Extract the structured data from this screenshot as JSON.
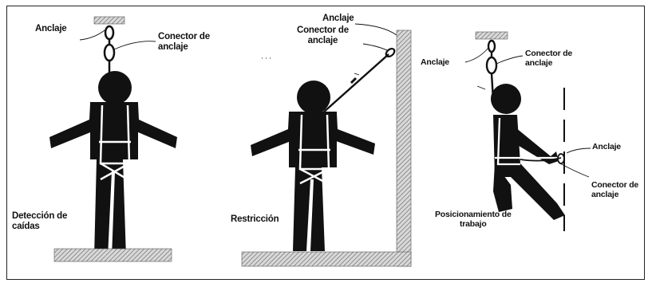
{
  "panels": [
    {
      "id": "fall-arrest",
      "caption": "Detección de\ncaídas",
      "labels": {
        "anchor": "Anclaje",
        "anchor_connector": "Conector de\nanclaje"
      }
    },
    {
      "id": "restraint",
      "caption": "Restricción",
      "labels": {
        "anchor": "Anclaje",
        "anchor_connector": "Conector de\nanclaje"
      }
    },
    {
      "id": "work-positioning",
      "caption": "Posicionamiento de\ntrabajo",
      "labels": {
        "anchor_top": "Anclaje",
        "anchor_connector_top": "Conector de\nanclaje",
        "anchor_side": "Anclaje",
        "anchor_connector_side": "Conector de\nanclaje"
      }
    }
  ],
  "colors": {
    "ink": "#111111",
    "hatch": "#8a8a8a",
    "frame": "#222222"
  }
}
